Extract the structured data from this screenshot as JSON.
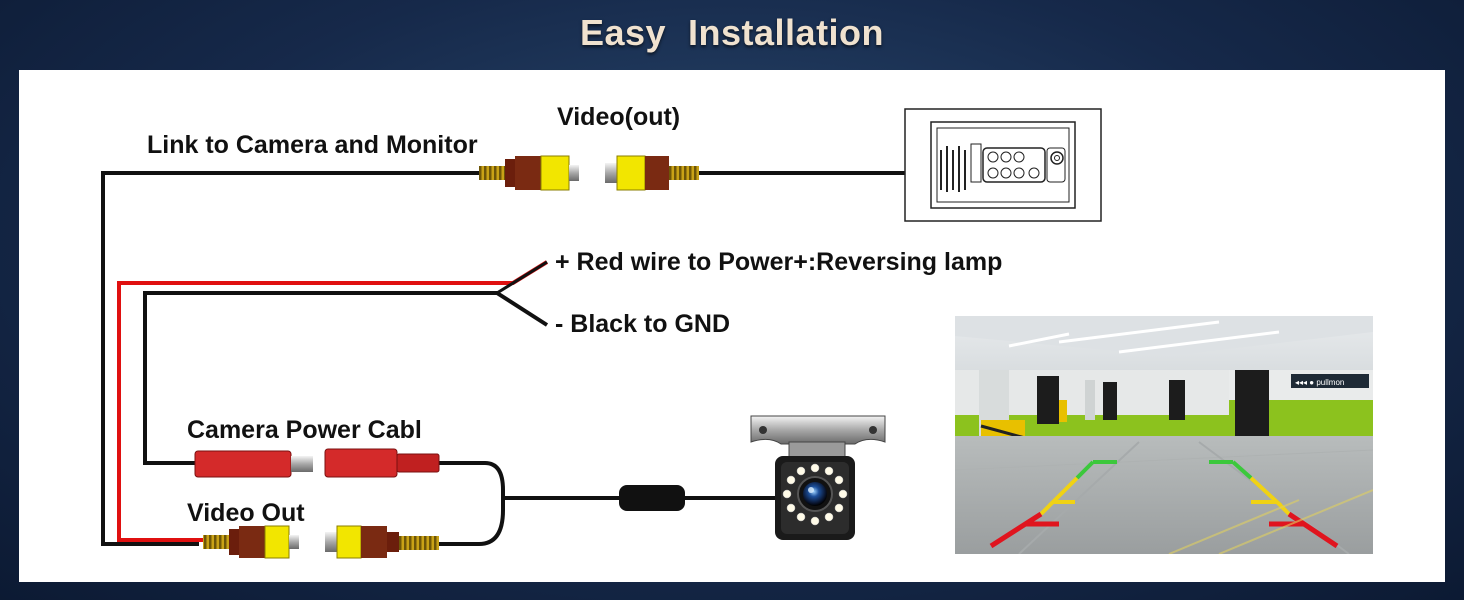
{
  "header": {
    "title_word1": "Easy",
    "title_word2": "Installation"
  },
  "labels": {
    "link_camera_monitor": "Link to Camera and Monitor",
    "video_out_top": "Video(out)",
    "red_wire": "+ Red wire to Power+:Reversing lamp",
    "black_wire": "- Black to GND",
    "camera_power": "Camera Power Cabl",
    "video_out_bottom": "Video Out"
  },
  "colors": {
    "rca_yellow": "#f2e600",
    "rca_brown": "#7a2a12",
    "power_red": "#d42a2a",
    "wire_black": "#111111",
    "wire_red": "#e01010",
    "guide_red": "#e0141e",
    "guide_yellow": "#f0d214",
    "guide_green": "#3cc83c",
    "wall_green": "#8cc21e"
  },
  "icons": [
    "car-monitor-icon",
    "backup-camera-icon",
    "parking-garage-photo"
  ],
  "photo": {
    "sign_text": "◂◂◂ ● pullmon"
  }
}
